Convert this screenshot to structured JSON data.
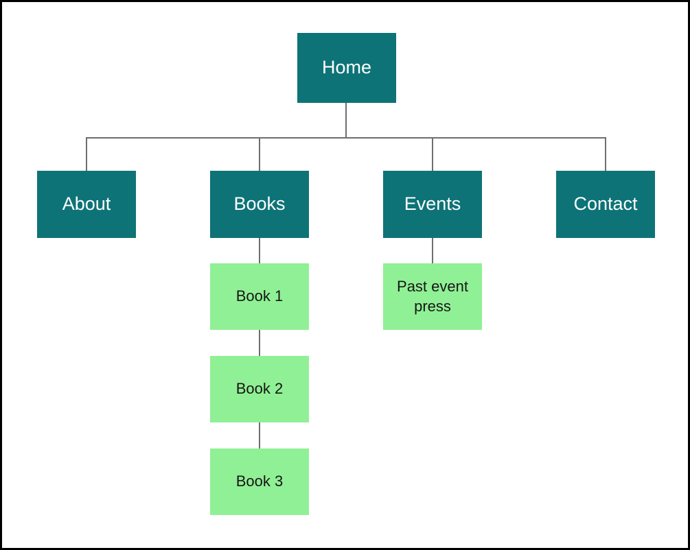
{
  "diagram": {
    "type": "sitemap-tree",
    "colors": {
      "primary_node": "#0d7377",
      "secondary_node": "#90f095",
      "primary_text": "#ffffff",
      "secondary_text": "#161616",
      "connector": "#6e6e6e",
      "background": "#ffffff",
      "canvas_border": "#000000"
    },
    "nodes": {
      "home": {
        "label": "Home",
        "level": 1,
        "style": "primary"
      },
      "about": {
        "label": "About",
        "level": 2,
        "style": "primary",
        "parent": "Home"
      },
      "books": {
        "label": "Books",
        "level": 2,
        "style": "primary",
        "parent": "Home"
      },
      "events": {
        "label": "Events",
        "level": 2,
        "style": "primary",
        "parent": "Home"
      },
      "contact": {
        "label": "Contact",
        "level": 2,
        "style": "primary",
        "parent": "Home"
      },
      "book1": {
        "label": "Book 1",
        "level": 3,
        "style": "secondary",
        "parent": "Books"
      },
      "book2": {
        "label": "Book 2",
        "level": 4,
        "style": "secondary",
        "parent": "Book 1"
      },
      "book3": {
        "label": "Book 3",
        "level": 5,
        "style": "secondary",
        "parent": "Book 2"
      },
      "pastevent": {
        "label": "Past event press",
        "level": 3,
        "style": "secondary",
        "parent": "Events"
      }
    }
  }
}
